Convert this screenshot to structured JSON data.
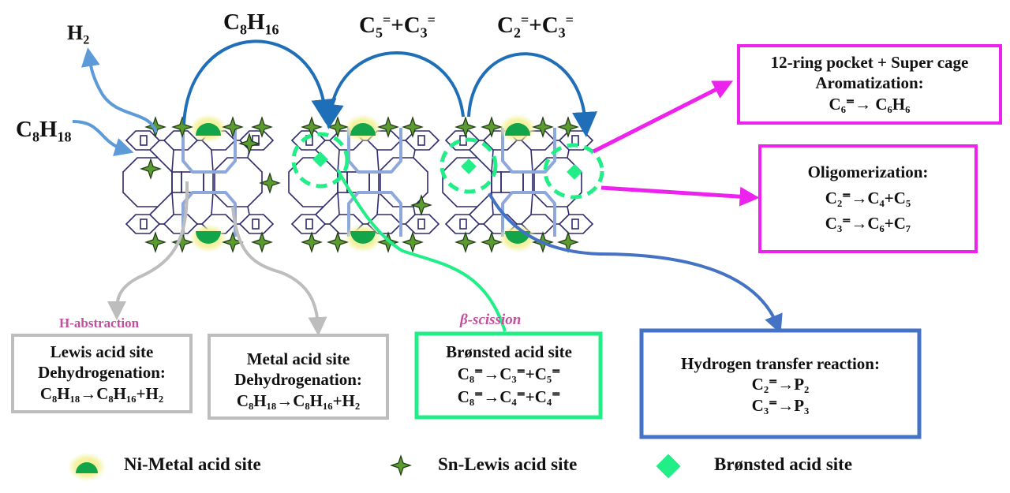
{
  "colors": {
    "framework": "#2e2a6e",
    "channel": "#8fa8dc",
    "ni_site": "#12a54a",
    "ni_glow": "#f4f2a0",
    "sn_site": "#5c9a32",
    "bronsted": "#22ee88",
    "arrow_dark_blue": "#1f6fb8",
    "arrow_light_blue": "#5d9bd8",
    "arrow_grey": "#bdbdbd",
    "arrow_magenta": "#ee22ee",
    "arrow_steel_blue": "#4472c4",
    "tag_pink": "#c0509a"
  },
  "species": {
    "h2": {
      "base": "H",
      "sub": "2"
    },
    "c8h18": {
      "a": "C",
      "sub1": "8",
      "b": "H",
      "sub2": "18"
    },
    "c8h16": {
      "a": "C",
      "sub1": "8",
      "b": "H",
      "sub2": "16"
    },
    "c5c3": {
      "a": "C",
      "sub1": "5",
      "sup1": "=",
      "plus": "+C",
      "sub2": "3",
      "sup2": "="
    },
    "c2c3": {
      "a": "C",
      "sub1": "2",
      "sup1": "=",
      "plus": "+C",
      "sub2": "3",
      "sup2": "="
    }
  },
  "tags": {
    "h_abstraction": "H-abstraction",
    "beta_scission": "β-scission"
  },
  "boxes": {
    "aromatization": {
      "title": "12-ring pocket + Super cage",
      "subtitle": "Aromatization:",
      "eq": "C₆⁼→ C₆H₆"
    },
    "oligomerization": {
      "title": "Oligomerization:",
      "eq1": "C₂⁼→C₄+C₅",
      "eq2": "C₃⁼→C₆+C₇"
    },
    "lewis": {
      "title": "Lewis acid site",
      "subtitle": "Dehydrogenation:",
      "eq": "C₈H₁₈→C₈H₁₆+H₂"
    },
    "metal": {
      "title": "Metal acid site",
      "subtitle": "Dehydrogenation:",
      "eq": "C₈H₁₈→C₈H₁₆+H₂"
    },
    "bronsted": {
      "title": "Brønsted acid site",
      "eq1": "C₈⁼→C₃⁼+C₅⁼",
      "eq2": "C₈⁼→C₄⁼+C₄⁼"
    },
    "hydrogen_transfer": {
      "title": "Hydrogen transfer reaction:",
      "eq1": "C₂⁼→P₂",
      "eq2": "C₃⁼→P₃"
    }
  },
  "legend": [
    {
      "icon": "ni-metal-site-icon",
      "label": "Ni-Metal acid site"
    },
    {
      "icon": "sn-lewis-site-icon",
      "label": "Sn-Lewis acid site"
    },
    {
      "icon": "bronsted-site-icon",
      "label": "Brønsted acid site"
    }
  ]
}
